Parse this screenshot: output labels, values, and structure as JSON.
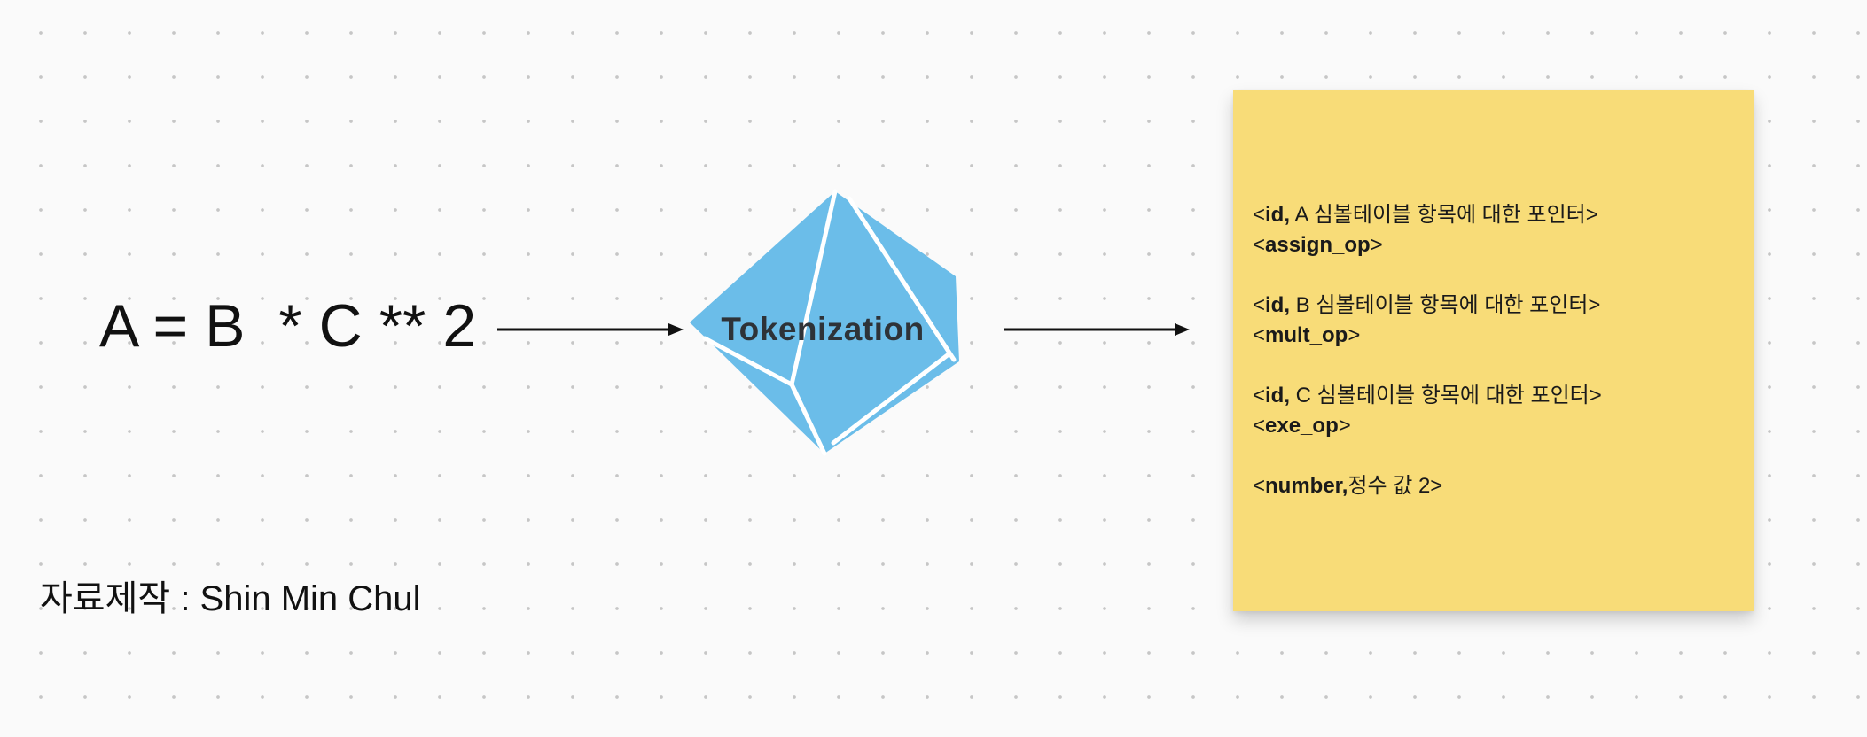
{
  "colors": {
    "canvas_bg": "#fafafa",
    "grid_dot": "#c6c6c6",
    "gem_blue": "#6bbde9",
    "facet_line": "#ffffff",
    "note_yellow": "#f8dc78",
    "text_dark": "#111111",
    "gem_label_color": "#2e3338",
    "arrow_color": "#111111"
  },
  "expression": {
    "text": "A = B  * C ** 2"
  },
  "tokenizer": {
    "label": "Tokenization"
  },
  "token_note": {
    "lines": [
      [
        {
          "t": "<",
          "b": 0
        },
        {
          "t": "id,",
          "b": 1
        },
        {
          "t": " A 심볼테이블 항목에 대한 포인터>",
          "b": 0
        }
      ],
      [
        {
          "t": "<",
          "b": 0
        },
        {
          "t": "assign_op",
          "b": 1
        },
        {
          "t": ">",
          "b": 0
        }
      ],
      [],
      [
        {
          "t": "<",
          "b": 0
        },
        {
          "t": "id,",
          "b": 1
        },
        {
          "t": " B 심볼테이블 항목에 대한 포인터>",
          "b": 0
        }
      ],
      [
        {
          "t": "<",
          "b": 0
        },
        {
          "t": "mult_op",
          "b": 1
        },
        {
          "t": ">",
          "b": 0
        }
      ],
      [],
      [
        {
          "t": "<",
          "b": 0
        },
        {
          "t": "id,",
          "b": 1
        },
        {
          "t": " C 심볼테이블 항목에 대한 포인터>",
          "b": 0
        }
      ],
      [
        {
          "t": "<",
          "b": 0
        },
        {
          "t": "exe_op",
          "b": 1
        },
        {
          "t": ">",
          "b": 0
        }
      ],
      [],
      [
        {
          "t": "<",
          "b": 0
        },
        {
          "t": "number,",
          "b": 1
        },
        {
          "t": "정수 값 2>",
          "b": 0
        }
      ]
    ]
  },
  "credit": {
    "text": "자료제작 : Shin Min Chul"
  }
}
